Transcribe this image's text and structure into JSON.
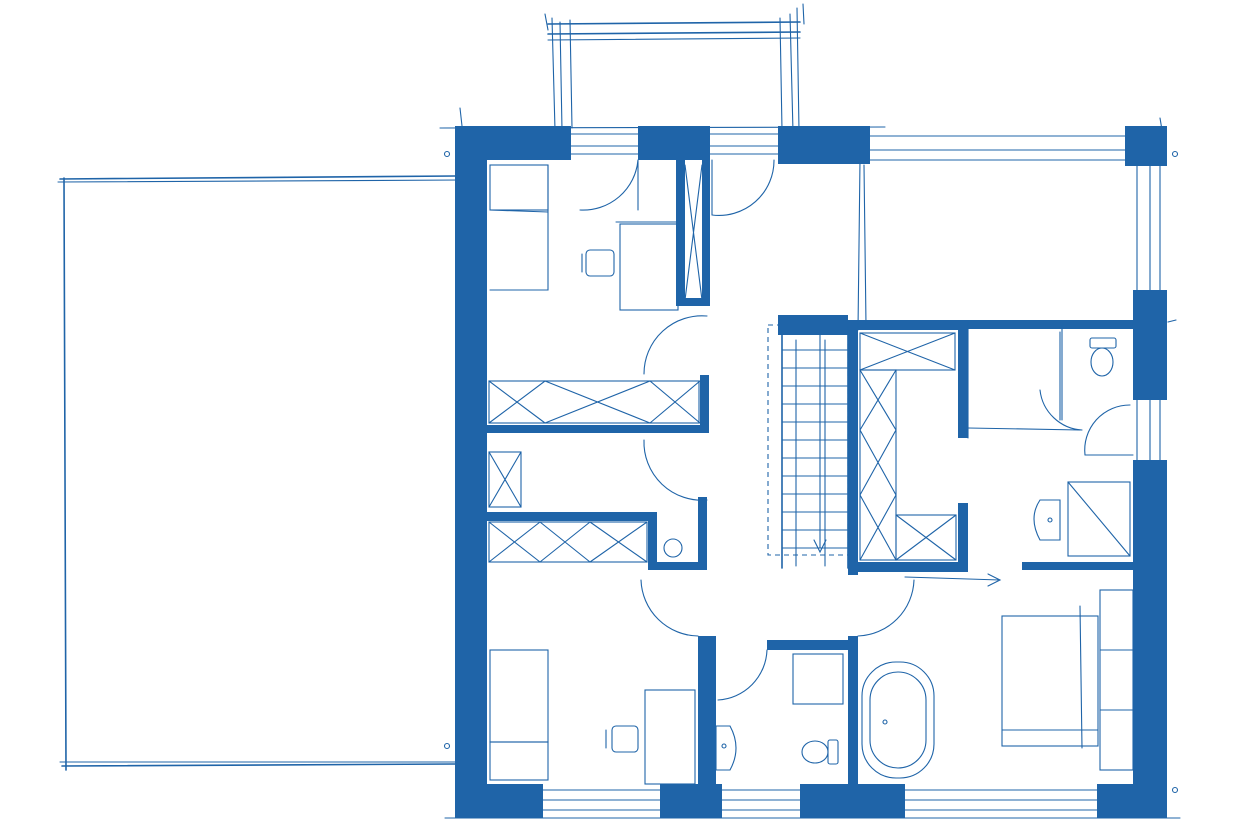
{
  "drawing": {
    "kind": "floor-plan-sketch",
    "line_color": "#1f64a8",
    "background": "#ffffff",
    "text_labels": []
  },
  "rooms": [
    "bedroom-top-left",
    "bedroom-bottom-left",
    "hallway",
    "staircase",
    "walk-in-closet",
    "ensuite-bathroom",
    "master-bedroom",
    "main-bathroom",
    "toilet-room"
  ],
  "icons": [
    "door-swing-icon",
    "chair-icon",
    "toilet-icon",
    "sink-icon",
    "bathtub-icon",
    "bed-icon",
    "wardrobe-icon",
    "shower-icon"
  ]
}
